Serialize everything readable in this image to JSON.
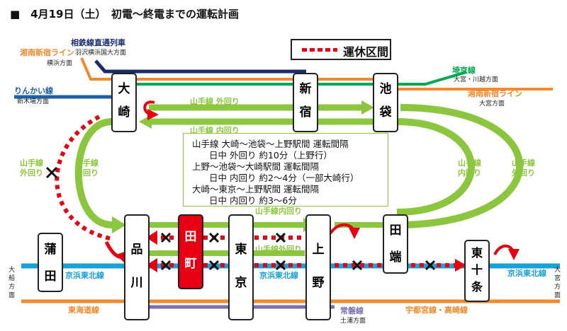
{
  "title": "■　4月19日（土）　初電～終電までの運転計画",
  "legend": {
    "label": "運休区間"
  },
  "info": {
    "lines": [
      "山手線 大崎～池袋～上野駅間 運転間隔",
      "日中 外回り 約10分（上野行）",
      "上野～池袋～大崎駅間 運転間隔",
      "日中 内回り 約2～4分（一部大崎行）",
      "大崎～東京～上野駅間 運転間隔",
      "日中 内回り 約3～6分"
    ]
  },
  "stations": {
    "osaki": [
      "大",
      "崎"
    ],
    "shinjuku": [
      "新",
      "宿"
    ],
    "ikebukuro": [
      "池",
      "袋"
    ],
    "kamata": [
      "蒲",
      "田"
    ],
    "shinagawa": [
      "品",
      "川"
    ],
    "tamachi": [
      "田",
      "町"
    ],
    "tokyo": [
      "東",
      "京"
    ],
    "ueno": [
      "上",
      "野"
    ],
    "tabata": [
      "田",
      "端"
    ],
    "higashijujo": [
      "東",
      "十",
      "条"
    ]
  },
  "labels": {
    "sotetsu": "相鉄線直通列車",
    "sotetsu_sub": "羽沢横浜国大方面",
    "shonan_left": "湘南新宿ライン",
    "yokohama_dir": "横浜方面",
    "rinkai": "りんかい線",
    "shinkiba_dir": "新木場方面",
    "saikyo": "埼京線",
    "omiya_kawagoe_dir": "大宮・川越方面",
    "shonan_right": "湘南新宿ライン",
    "omiya_dir_top": "大宮方面",
    "yamanote_outer_top": "山手線 外回り",
    "yamanote_inner_top": "山手線 内回り",
    "left_outer": [
      "山手線",
      "外回り"
    ],
    "left_inner": [
      "山手線",
      "内回り"
    ],
    "right_inner": [
      "山手線",
      "内回り"
    ],
    "right_outer": [
      "山手線",
      "外回り"
    ],
    "yamanote_inner_mid": "山手線内回り",
    "yamanote_outer_mid": "山手線外回り",
    "keihin_left": "京浜東北線",
    "keihin_mid": "京浜東北線",
    "keihin_right": "京浜東北線",
    "ofuna_dir": [
      "大",
      "船",
      "方",
      "面"
    ],
    "omiya_dir_right": [
      "大",
      "宮",
      "方",
      "面"
    ],
    "tokaido": "東海道線",
    "utsunomiya": "宇都宮線・高崎線",
    "joban": "常磐線",
    "tsuchiura_dir": "土浦方面"
  },
  "colors": {
    "yamanote": "#8cc63e",
    "suspension": "#e60012",
    "orange": "#f08a2c",
    "sotetsu": "#1a2a6c",
    "saikyo": "#00a850",
    "rinkai": "#1f5fa8",
    "keihin": "#1aa0d8",
    "joban": "#7b6fb0"
  }
}
